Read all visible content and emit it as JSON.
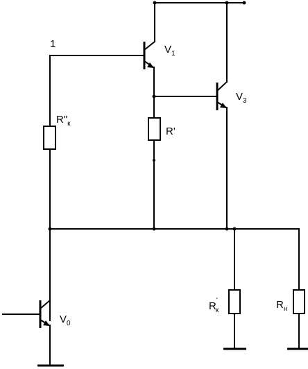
{
  "node": {
    "label": "1"
  },
  "components": {
    "v1": {
      "main": "V",
      "sub": "1"
    },
    "v3": {
      "main": "V",
      "sub": "3"
    },
    "v0": {
      "main": "V",
      "sub": "0"
    },
    "r_prime": {
      "main": "R'"
    },
    "r_k2": {
      "main": "R\"",
      "sub": "к"
    },
    "r_k1": {
      "main": "R",
      "sup": "'",
      "sub": "к"
    },
    "r_n": {
      "main": "R",
      "sub": "н"
    }
  }
}
